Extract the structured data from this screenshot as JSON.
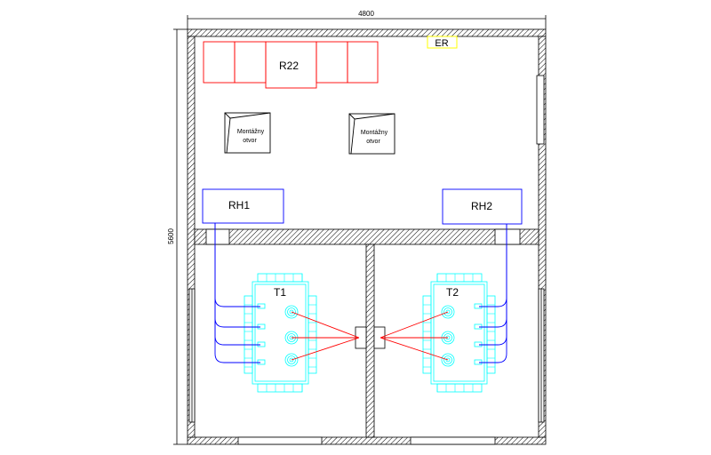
{
  "dimensions": {
    "width_label": "4800",
    "height_label": "5600"
  },
  "labels": {
    "er": "ER",
    "r22": "R22",
    "opening_1": [
      "Montážny",
      "otvor"
    ],
    "opening_2": [
      "Montážny",
      "otvor"
    ],
    "rh1": "RH1",
    "rh2": "RH2",
    "t1": "T1",
    "t2": "T2"
  },
  "colors": {
    "wall": "#000000",
    "switchgear": "#ff0000",
    "er_box": "#ffff00",
    "distribution": "#0000ff",
    "transformer": "#00ffff",
    "hv_cable": "#ff0000"
  }
}
